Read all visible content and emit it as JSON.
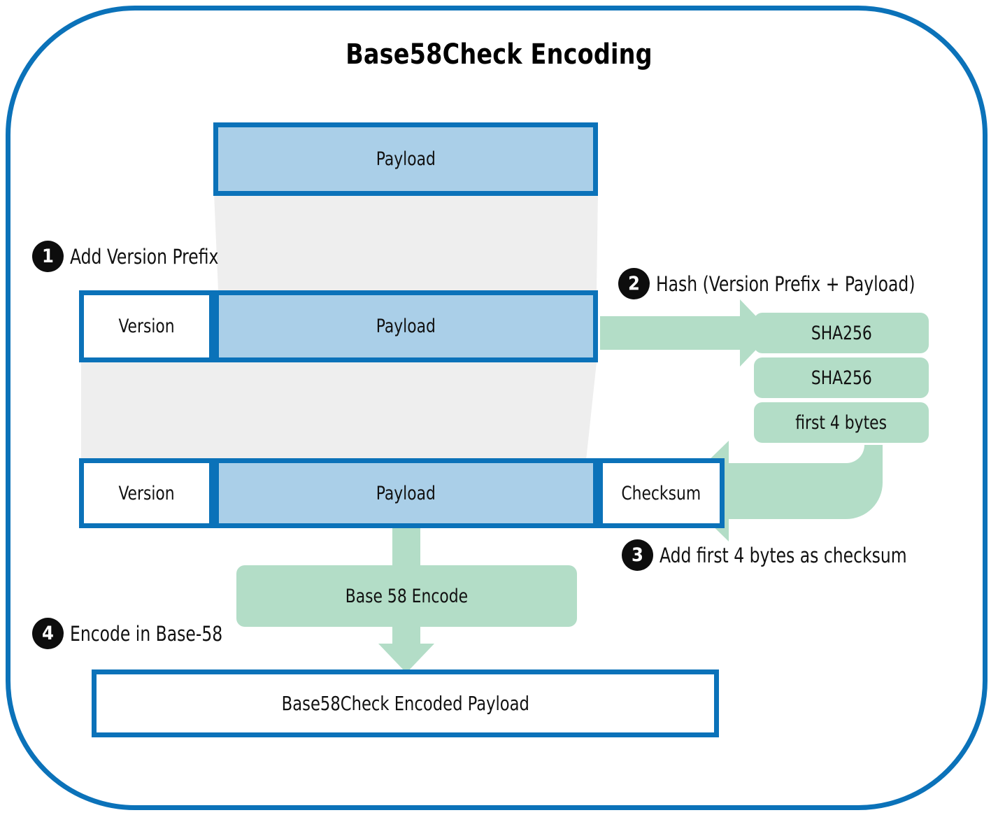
{
  "diagram": {
    "title": "Base58Check Encoding",
    "colors": {
      "frame_blue": "#0b72b9",
      "payload_blue": "#aacfe8",
      "process_green": "#b3ddc7",
      "funnel_grey": "#eeeeee",
      "badge_black": "#0d0d0d",
      "box_white": "#ffffff"
    },
    "rows": {
      "row1": {
        "cells": [
          {
            "label": "Payload",
            "kind": "payload"
          }
        ]
      },
      "row2": {
        "cells": [
          {
            "label": "Version",
            "kind": "plain"
          },
          {
            "label": "Payload",
            "kind": "payload"
          }
        ]
      },
      "row3": {
        "cells": [
          {
            "label": "Version",
            "kind": "plain"
          },
          {
            "label": "Payload",
            "kind": "payload"
          },
          {
            "label": "Checksum",
            "kind": "plain"
          }
        ]
      }
    },
    "hash_chain": [
      {
        "label": "SHA256"
      },
      {
        "label": "SHA256"
      },
      {
        "label": "first 4 bytes"
      }
    ],
    "encode_box": {
      "label": "Base 58 Encode"
    },
    "output_box": {
      "label": "Base58Check Encoded Payload"
    },
    "steps": [
      {
        "number": "1",
        "label": "Add Version Prefix"
      },
      {
        "number": "2",
        "label": "Hash (Version Prefix + Payload)"
      },
      {
        "number": "3",
        "label": "Add first 4 bytes as checksum"
      },
      {
        "number": "4",
        "label": "Encode in Base-58"
      }
    ]
  }
}
